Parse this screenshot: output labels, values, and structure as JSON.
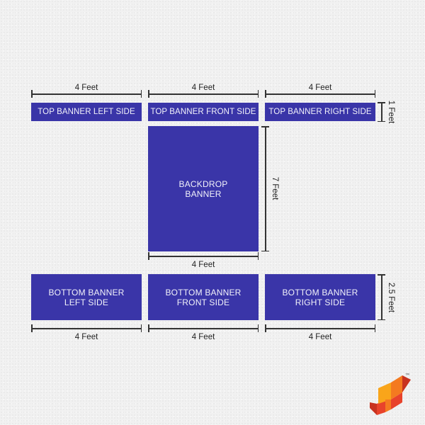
{
  "top_banners": {
    "left": "TOP BANNER LEFT SIDE",
    "front": "TOP BANNER FRONT SIDE",
    "right": "TOP BANNER RIGHT SIDE"
  },
  "backdrop": "BACKDROP\nBANNER",
  "bottom_banners": {
    "left": "BOTTOM BANNER\nLEFT SIDE",
    "front": "BOTTOM BANNER\nFRONT SIDE",
    "right": "BOTTOM BANNER\nRIGHT SIDE"
  },
  "dimensions": {
    "top_width": "4 Feet",
    "top_height": "1 Feet",
    "backdrop_height": "7 Feet",
    "backdrop_width": "4 Feet",
    "bottom_height": "2.5 Feet",
    "bottom_width": "4 Feet"
  },
  "colors": {
    "panel": "#3a35a8",
    "logo_orange": "#f47a20",
    "logo_red": "#e8432b",
    "logo_yellow": "#f9a51a"
  },
  "logo": {
    "icon": "brand-logo-icon",
    "mark": "™"
  }
}
